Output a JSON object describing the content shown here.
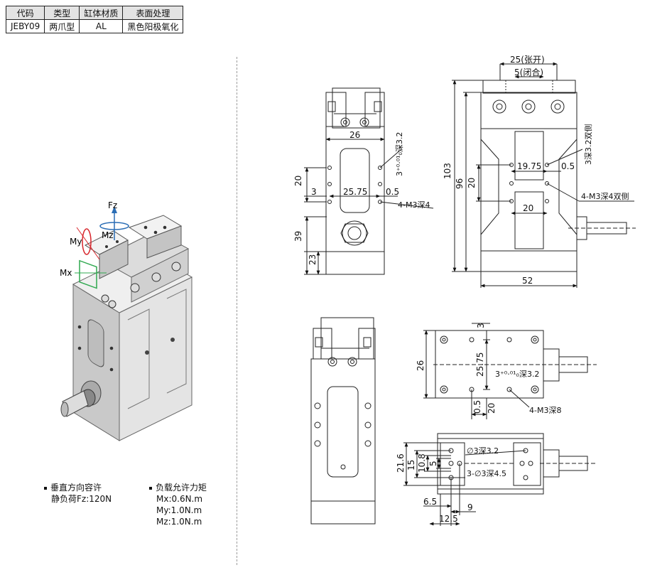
{
  "spec_table": {
    "headers": [
      "代码",
      "类型",
      "缸体材质",
      "表面处理"
    ],
    "row": [
      "JEBY09",
      "两爪型",
      "AL",
      "黑色阳极氧化"
    ]
  },
  "iso_labels": {
    "fz": "Fz",
    "mz": "Mz",
    "my": "My",
    "mx": "Mx"
  },
  "notes": {
    "left_line1": "垂直方向容许",
    "left_line2": "静负荷Fz:120N",
    "right_line1": "负载允许力矩",
    "right_mx": "Mx:0.6N.m",
    "right_my": "My:1.0N.m",
    "right_mz": "Mz:1.0N.m"
  },
  "front_view": {
    "dim_26": "26",
    "dim_20": "20",
    "dim_3": "3",
    "dim_2575": "25.75",
    "dim_05": "0.5",
    "dim_39": "39",
    "dim_23": "23",
    "pin_note": "3⁺⁰·⁰¹₀深3.2",
    "tap_note": "4-M3深4"
  },
  "side_view": {
    "dim_open": "25(张开)",
    "dim_closed": "5(闭合)",
    "dim_103": "103",
    "dim_96": "96",
    "dim_20v": "20",
    "dim_1975": "19.75",
    "dim_05": "0.5",
    "dim_20h": "20",
    "dim_52": "52",
    "pin_note": "3深3.2双侧",
    "tap_note": "4-M3深4双侧"
  },
  "bottom_view": {
    "dim_3": "3",
    "dim_26": "26",
    "dim_2575": "25.75",
    "dim_05": "0.5",
    "dim_20": "20",
    "pin_note": "3⁺⁰·⁰¹₀深3.2",
    "tap_note": "4-M3深8"
  },
  "top_view": {
    "hole_note1": "∅3深3.2",
    "hole_note2": "3-∅3深4.5",
    "dim_216": "21.6",
    "dim_15": "15",
    "dim_108": "10.8",
    "dim_5": "5",
    "dim_65": "6.5",
    "dim_9": "9",
    "dim_125": "12.5"
  }
}
